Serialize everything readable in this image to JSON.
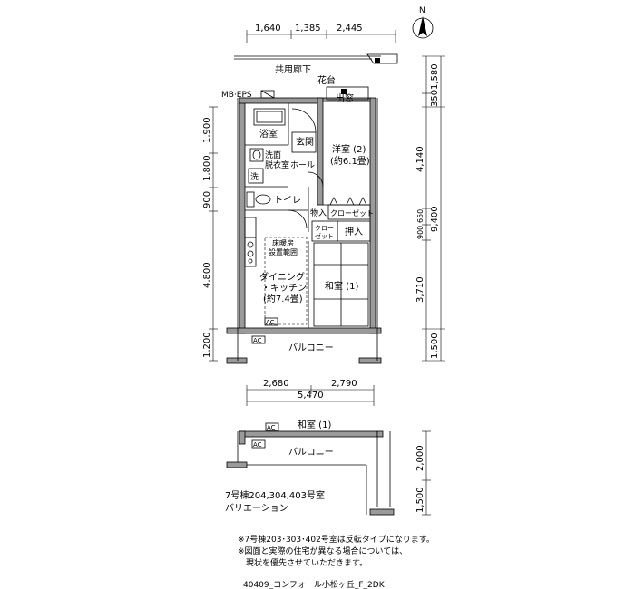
{
  "compass": {
    "label": "N"
  },
  "top_dimensions": [
    "1,640",
    "1,385",
    "2,445"
  ],
  "left_dimensions": [
    "1,900",
    "1,800",
    "900",
    "4,800",
    "1,200"
  ],
  "right_dimensions": {
    "r1": "1,580",
    "r2": "350",
    "r3": "4,140",
    "r4": "650",
    "r5": "900",
    "r6": "3,710",
    "r7": "1,500",
    "total": "9,400"
  },
  "bottom_dimensions": [
    "2,680",
    "2,790"
  ],
  "bottom_total": "5,470",
  "rooms": {
    "corridor": "共用廊下",
    "planter": "花台",
    "bay_window": "出窓",
    "mb_eps": "MB·EPS",
    "bathroom": "浴室",
    "entrance": "玄関",
    "western_room": "洋室 (2)",
    "western_size": "(約6.1畳)",
    "washroom_1": "洗面",
    "washroom_2": "脱衣室",
    "hall": "ホール",
    "washer": "洗",
    "toilet": "トイレ",
    "storage": "物入",
    "closet": "クローゼット",
    "closet_small_1": "クロー",
    "closet_small_2": "ゼット",
    "oshiire": "押入",
    "floor_heating_1": "床暖房",
    "floor_heating_2": "設置範囲",
    "dining_1": "ダイニング",
    "dining_2": "・キッチン",
    "dining_size": "(約7.4畳)",
    "japanese_room": "和室 (1)",
    "balcony": "バルコニー",
    "ac": "AC"
  },
  "variation": {
    "japanese_room": "和室 (1)",
    "balcony": "バルコニー",
    "ac": "AC",
    "dim_top": "2,000",
    "dim_bottom": "1,500",
    "caption_1": "7号棟204,304,403号室",
    "caption_2": "バリエーション"
  },
  "notes": [
    "※7号棟203･303･402号室は反転タイプになります。",
    "※図面と実際の住宅が異なる場合については、",
    "　現状を優先させていただきます。"
  ],
  "footer": "40409_コンフォール小松ヶ丘_F_2DK"
}
